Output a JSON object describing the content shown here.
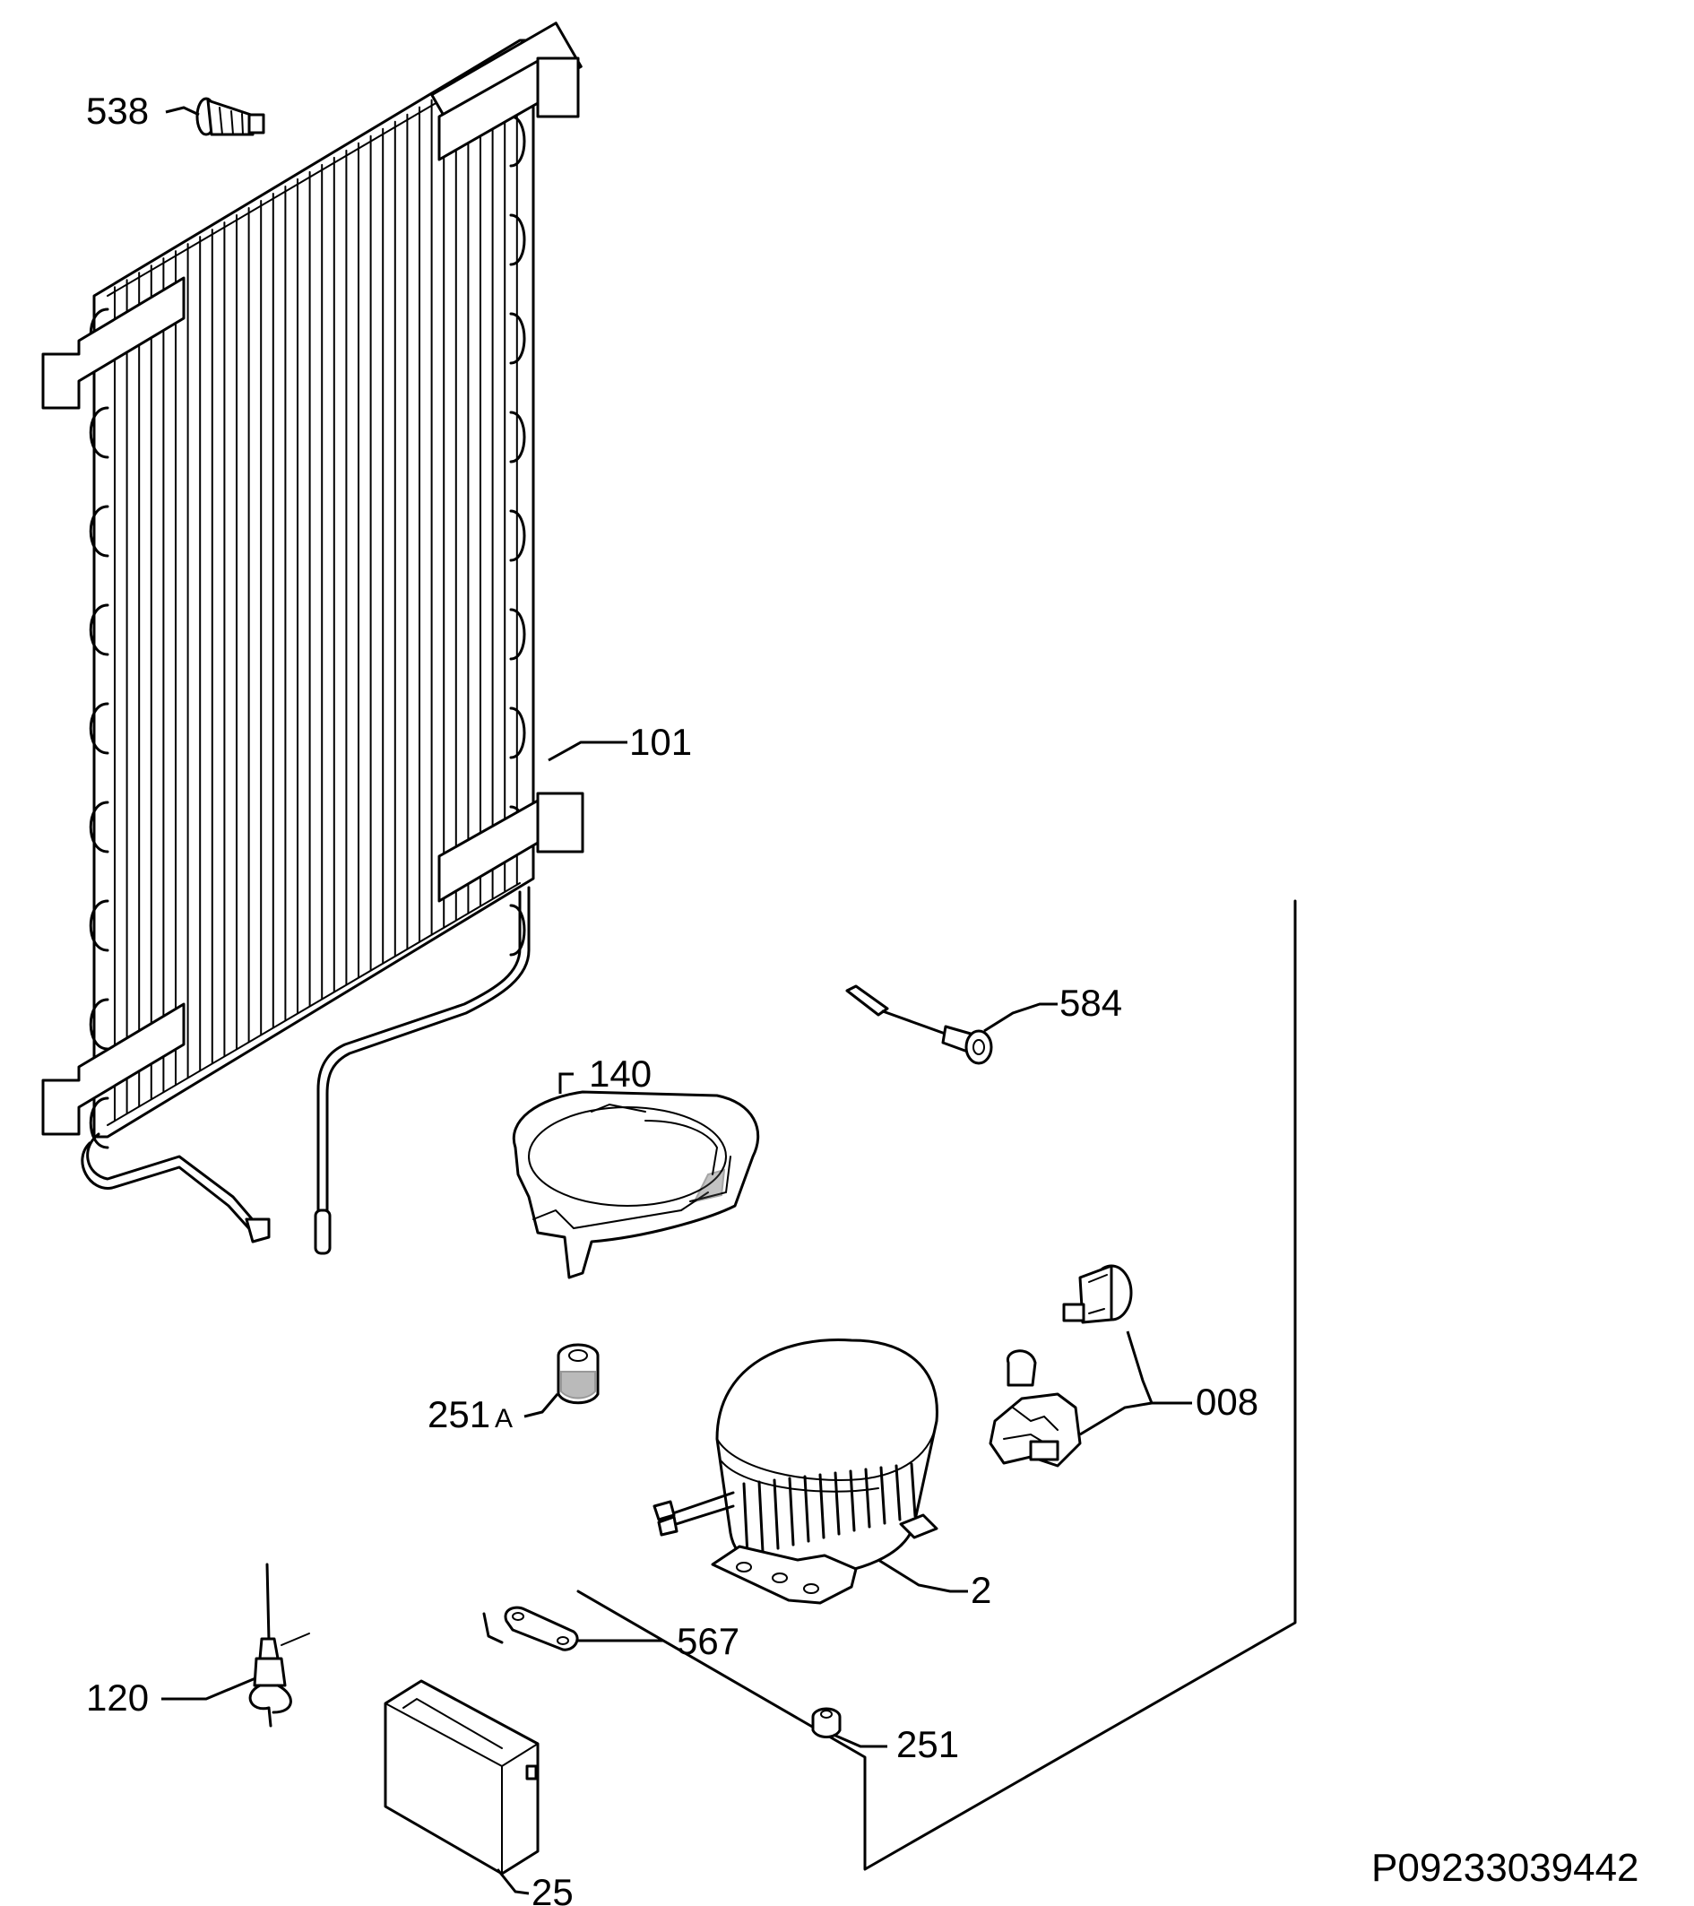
{
  "labels": {
    "p538": "538",
    "p101": "101",
    "p584": "584",
    "p140": "140",
    "p251a_num": "251",
    "p251a_suffix": "A",
    "p008": "008",
    "p2": "2",
    "p567": "567",
    "p120": "120",
    "p251": "251",
    "p25": "25"
  },
  "drawing_code": "P09233039442"
}
